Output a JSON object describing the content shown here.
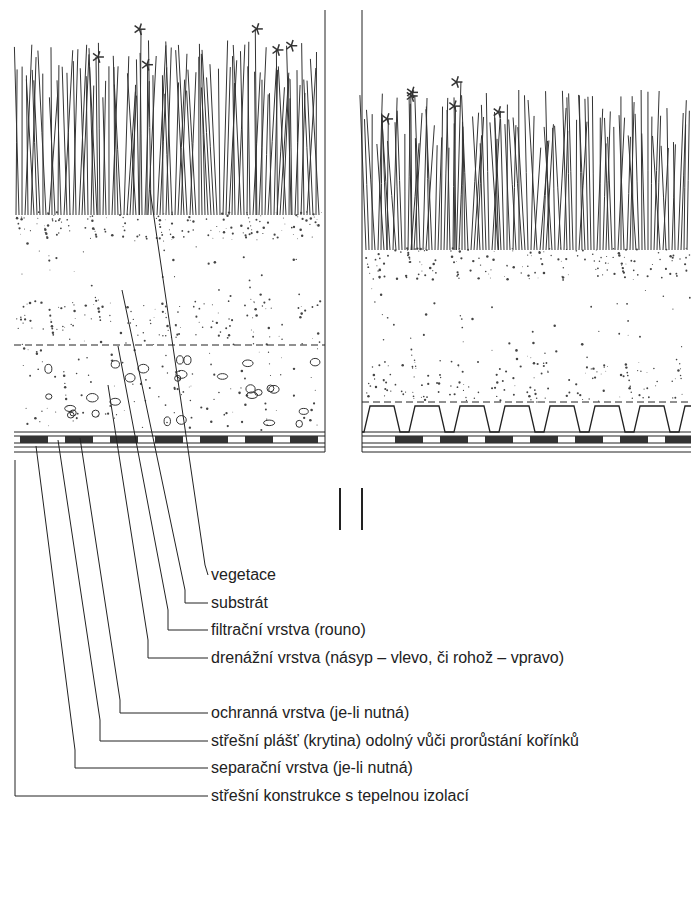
{
  "diagram": {
    "labels": [
      "vegetace",
      "substrát",
      "filtrační vrstva (rouno)",
      "drenážní vrstva (násyp – vlevo, či rohož – vpravo)",
      "ochranná vrstva (je-li nutná)",
      "střešní plášť (krytina) odolný vůči prorůstání kořínků",
      "separační vrstva (je-li nutná)",
      "střešní konstrukce s tepelnou izolací"
    ]
  }
}
